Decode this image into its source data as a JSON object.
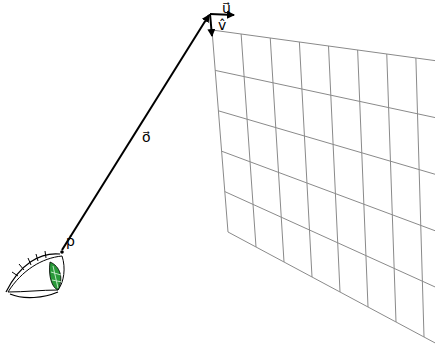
{
  "diagram": {
    "labels": [
      "u⃗",
      "v̂",
      "o⃗",
      "ṗ"
    ]
  }
}
